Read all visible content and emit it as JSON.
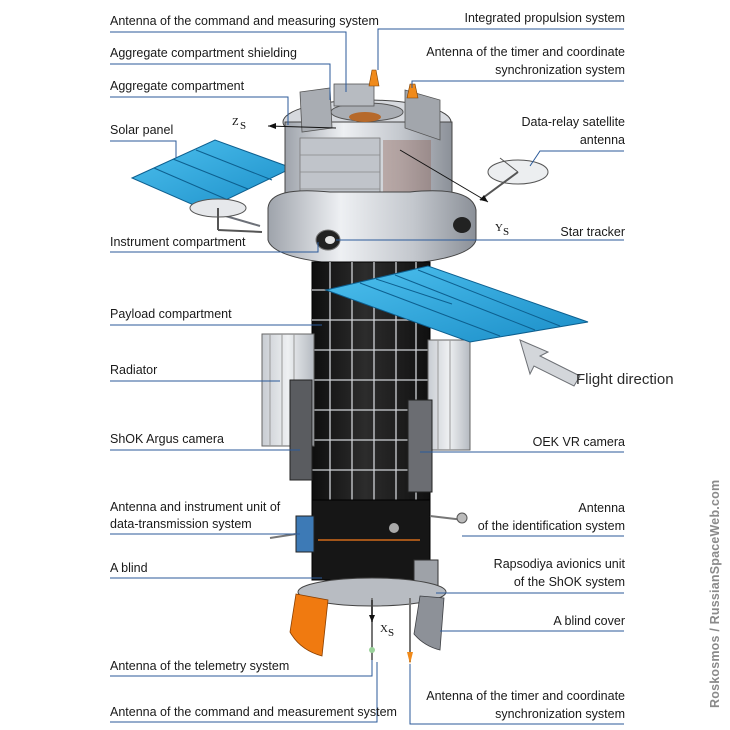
{
  "labels": {
    "antenna_command_measuring": "Antenna of the command and measuring system",
    "aggregate_shielding": "Aggregate compartment shielding",
    "aggregate_compartment": "Aggregate compartment",
    "solar_panel": "Solar panel",
    "instrument_compartment": "Instrument compartment",
    "payload_compartment": "Payload compartment",
    "radiator": "Radiator",
    "shok_argus_camera": "ShOK Argus camera",
    "antenna_instrument_unit_1": "Antenna and instrument unit of",
    "antenna_instrument_unit_2": "data-transmission system",
    "a_blind": "A blind",
    "antenna_telemetry": "Antenna of the telemetry system",
    "antenna_command_measurement": "Antenna of the command and measurement system",
    "integrated_propulsion": "Integrated propulsion system",
    "antenna_timer_top_1": "Antenna of the timer and coordinate",
    "antenna_timer_top_2": "synchronization system",
    "data_relay_1": "Data-relay satellite",
    "data_relay_2": "antenna",
    "star_tracker": "Star tracker",
    "oek_vr_camera": "OEK VR camera",
    "antenna_identification_1": "Antenna",
    "antenna_identification_2": "of the identification system",
    "rapsodiya_1": "Rapsodiya avionics unit",
    "rapsodiya_2": "of the ShOK system",
    "blind_cover": "A blind cover",
    "antenna_timer_bottom_1": "Antenna of the timer and coordinate",
    "antenna_timer_bottom_2": "synchronization system"
  },
  "axes": {
    "z": "Z",
    "y": "Y",
    "x": "X",
    "sub": "S"
  },
  "flight_direction": "Flight direction",
  "credit": "Roskosmos / RussianSpaceWeb.com",
  "colors": {
    "solar_panel": "#29a8de",
    "body_dark": "#1c1c1c",
    "body_silver": "#c9ccd2",
    "leader_line": "#2b5a9a",
    "blind": "#f07a10",
    "radiator": "#dfe2e6"
  }
}
